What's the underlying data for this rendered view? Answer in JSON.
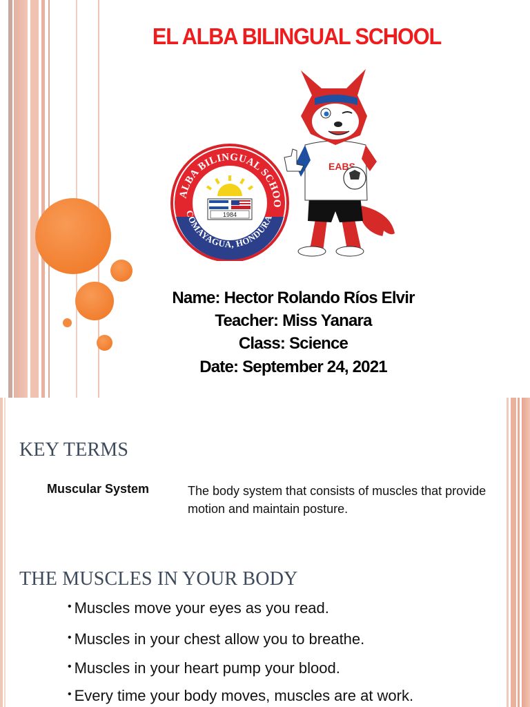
{
  "slide1": {
    "title": "EL ALBA BILINGUAL SCHOOL",
    "logo": {
      "ring_text_top": "EL ALBA BILINGUAL SCHOOL",
      "ring_text_bottom": "COMAYAGUA, HONDURAS",
      "year": "1984"
    },
    "mascot": {
      "shirt_text": "EABS"
    },
    "info": {
      "name": "Name: Hector Rolando Ríos Elvir",
      "teacher": "Teacher: Miss Yanara",
      "class": "Class: Science",
      "date": "Date: September 24, 2021"
    }
  },
  "slide2": {
    "key_terms_heading": "KEY TERMS",
    "term": {
      "name": "Muscular System",
      "definition": "The body system that consists of muscles that provide motion and maintain posture."
    },
    "muscles_heading": "THE MUSCLES IN YOUR BODY",
    "bullets": [
      "Muscles move your eyes as you read.",
      "Muscles in your chest allow you to breathe.",
      "Muscles in your heart pump your blood.",
      "Every time your body moves, muscles are at work."
    ]
  },
  "colors": {
    "title_red": "#ee1c1c",
    "stripe_salmon": "#e8a58c",
    "stripe_gray": "#b9a39b",
    "circle_orange": "#f47c2d",
    "heading_slate": "#3d4a5b"
  }
}
